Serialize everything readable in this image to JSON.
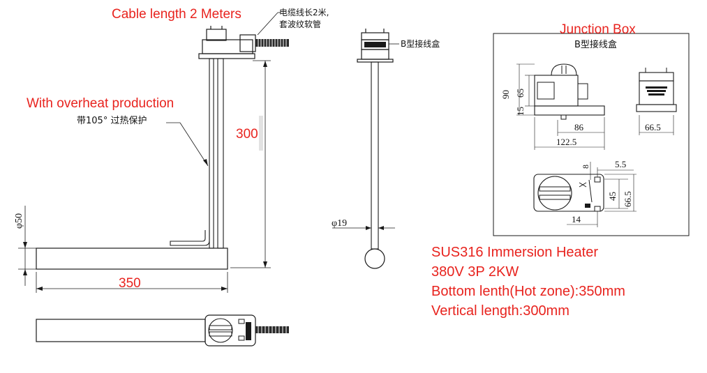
{
  "annotations": {
    "cable_length": "Cable length 2 Meters",
    "cable_cn_line1": "电缆线长2米,",
    "cable_cn_line2": "套波纹软管",
    "overheat": "With overheat production",
    "overheat_cn": "带105° 过热保护",
    "junction_box": "Junction Box",
    "box_type_cn": "B型接线盒",
    "box_type_cn_inset": "B型接线盒"
  },
  "dimensions": {
    "vertical": "300",
    "diameter_50": "φ50",
    "bottom": "350",
    "diameter_19": "φ19",
    "box_height": "90",
    "box_upper": "65",
    "box_lower": "15",
    "box_width": "86",
    "base_width": "122.5",
    "side_width": "66.5",
    "hole_8": "8",
    "hole_5_5": "5.5",
    "hole_45": "45",
    "hole_66_5": "66.5",
    "hole_14": "14"
  },
  "specs": {
    "line1": "SUS316 Immersion Heater",
    "line2": "380V 3P 2KW",
    "line3": "Bottom lenth(Hot zone):350mm",
    "line4": "Vertical length:300mm"
  },
  "colors": {
    "annotation": "#e8231e",
    "line": "#1a1a1a"
  }
}
